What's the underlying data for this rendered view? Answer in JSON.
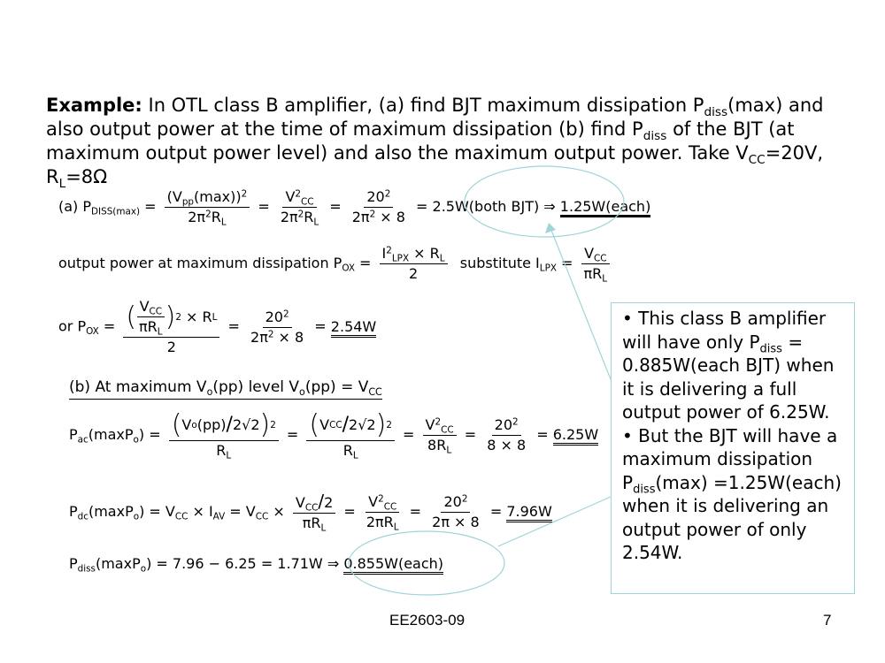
{
  "title": {
    "example_label": "Example:",
    "text_1": " In OTL class B amplifier, (a) find BJT maximum dissipation P",
    "sub_diss_1": "diss",
    "text_2": "(max) and also output power at the time of maximum dissipation (b) find P",
    "sub_diss_2": "diss",
    "text_3": " of the BJT (at maximum output power level) and also the maximum output power. Take V",
    "sub_cc": "CC",
    "text_4": "=20V, R",
    "sub_l": "L",
    "text_5": "=8Ω"
  },
  "eq_a": {
    "prefix": "(a) P",
    "prefix_sub": "DISS(max)",
    "f1_num": "(V",
    "f1_num_sub": "pp",
    "f1_num_tail": "(max))",
    "f1_den": "2π",
    "f1_den_tail": "R",
    "f2_num": "V",
    "f2_den": "2π",
    "f3_num": "20",
    "f3_den": "2π",
    "f3_den_tail": " × 8",
    "result": "= 2.5W(both BJT) ⇒",
    "result_each": "1.25W(each)"
  },
  "eq_pox": {
    "text": "output power at maximum dissipation P",
    "sub": "OX",
    "num": "I",
    "num_sub": "LPX",
    "num_tail": " × R",
    "den": "2",
    "substitute": "substitute I",
    "sub_lpx": "LPX",
    "f_num": "V",
    "f_den": "πR"
  },
  "eq_or": {
    "prefix": "or P",
    "sub": "OX",
    "inner_num": "V",
    "inner_den": "πR",
    "times_rl": "× R",
    "outer_den": "2",
    "f2_num": "20",
    "f2_den": "2π",
    "f2_den_tail": " × 8",
    "result": "2.54W"
  },
  "eq_b": {
    "text": "(b) At maximum V",
    "sub_o": "o",
    "text_2": "(pp) level V",
    "sub_o2": "o",
    "text_3": "(pp) = V",
    "sub_cc": "CC"
  },
  "eq_pac": {
    "prefix": "P",
    "sub": "ac",
    "arg": "(maxP",
    "arg_sub": "o",
    "f1_inner": "V",
    "f1_inner_tail": "(pp)",
    "f1_div": "2√2",
    "f1_den": "R",
    "f2_inner": "V",
    "f2_div": "2√2",
    "f2_den": "R",
    "f3_num": "V",
    "f3_den": "8R",
    "f4_num": "20",
    "f4_den": "8 × 8",
    "result": "6.25W"
  },
  "eq_pdc": {
    "prefix": "P",
    "sub": "dc",
    "arg": "(maxP",
    "arg_sub": "o",
    "mid": ") = V",
    "mid2": " × I",
    "av": "AV",
    "mid3": " = V",
    "mid4": " ×",
    "f1_num": "V",
    "f1_div": "2",
    "f1_den": "πR",
    "f2_num": "V",
    "f2_den": "2πR",
    "f3_num": "20",
    "f3_den": "2π × 8",
    "result": "7.96W"
  },
  "eq_pdiss": {
    "prefix": "P",
    "sub": "diss",
    "arg": "(maxP",
    "arg_sub": "o",
    "body": ") = 7.96 − 6.25 = 1.71W ⇒",
    "result": "0.855W(each)"
  },
  "callout": {
    "bullet_1_a": "• This class B amplifier will have only P",
    "bullet_1_sub": "diss",
    "bullet_1_b": " = 0.885W(each BJT) when it is delivering a full output power of 6.25W.",
    "bullet_2_a": "• But the BJT will have a maximum dissipation P",
    "bullet_2_sub": "diss",
    "bullet_2_b": "(max) =1.25W(each) when it is delivering an output power of  only 2.54W."
  },
  "footer": {
    "course": "EE2603-09",
    "page": "7"
  },
  "colors": {
    "annotation": "#9fd4d8"
  }
}
